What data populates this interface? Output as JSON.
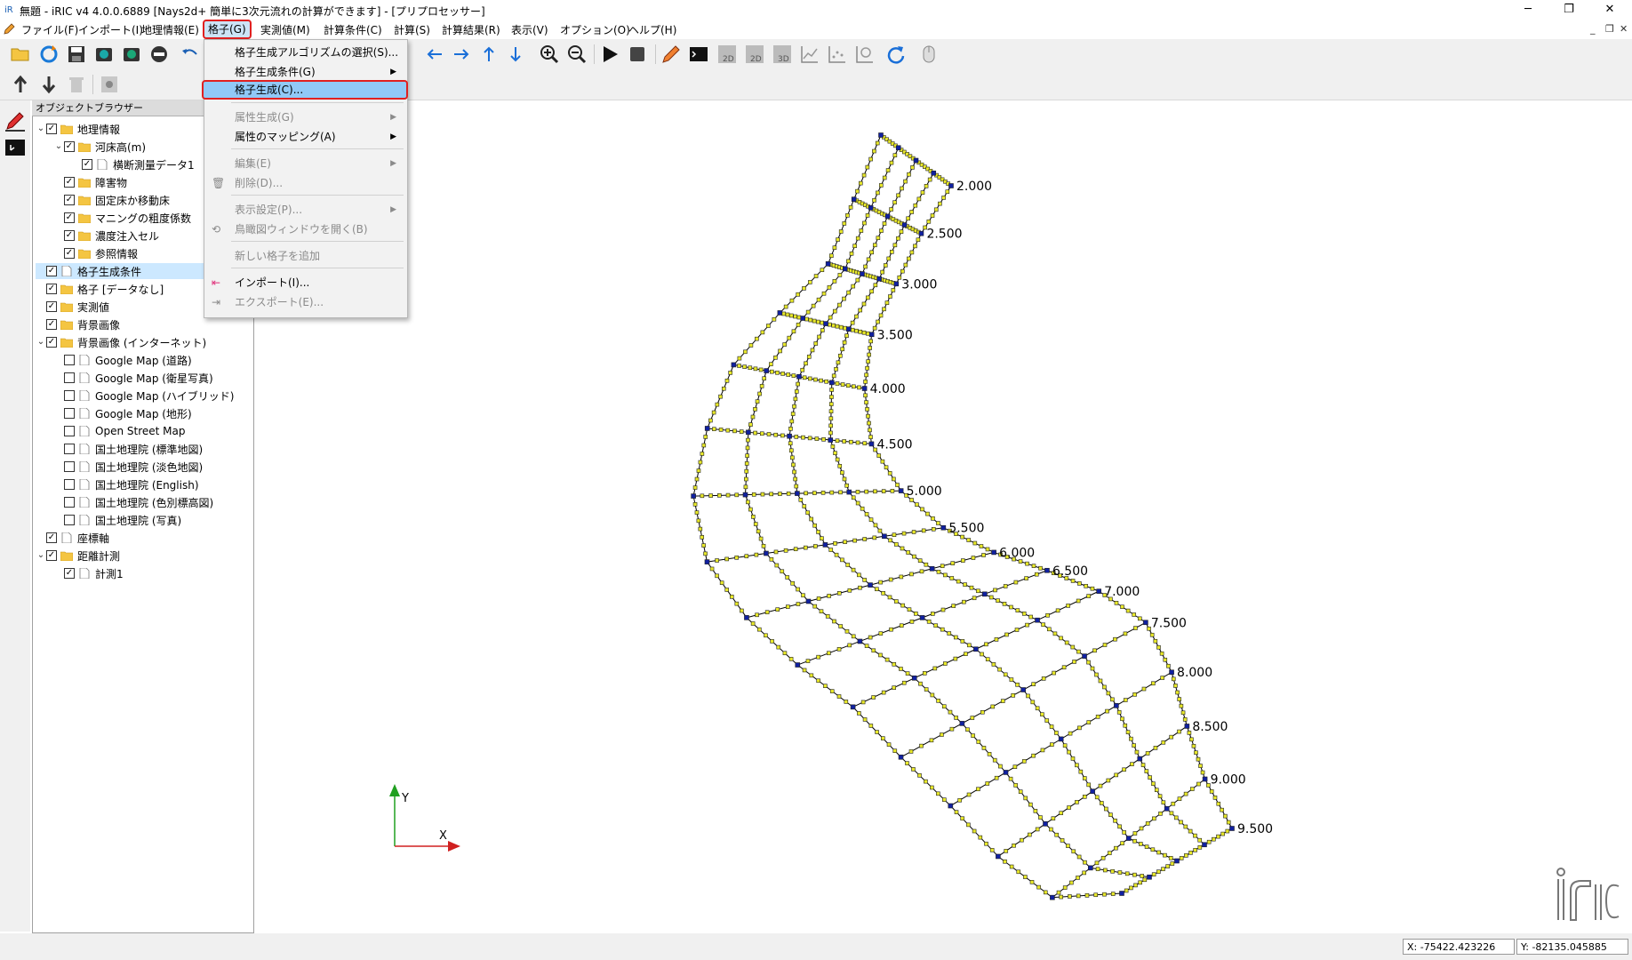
{
  "window": {
    "title": "無題 - iRIC v4 4.0.0.6889 [Nays2d+ 簡単に3次元流れの計算ができます] - [プリプロセッサー]"
  },
  "window_controls": {
    "minimize": "─",
    "maximize": "❐",
    "close": "✕"
  },
  "mdi_controls": {
    "minimize": "_",
    "restore": "❐",
    "close": "✕"
  },
  "menubar": {
    "items": [
      "ファイル(F)",
      "インポート(I)",
      "地理情報(E)",
      "格子(G)",
      "実測値(M)",
      "計算条件(C)",
      "計算(S)",
      "計算結果(R)",
      "表示(V)",
      "オプション(O)",
      "ヘルプ(H)"
    ],
    "active_index": 3
  },
  "dropdown": {
    "items": [
      {
        "label": "格子生成アルゴリズムの選択(S)...",
        "submenu": false,
        "disabled": false
      },
      {
        "label": "格子生成条件(G)",
        "submenu": true,
        "disabled": false
      },
      {
        "label": "格子生成(C)...",
        "submenu": false,
        "disabled": false,
        "highlighted": true
      },
      {
        "label": "属性生成(G)",
        "submenu": true,
        "disabled": true
      },
      {
        "label": "属性のマッピング(A)",
        "submenu": true,
        "disabled": false
      },
      {
        "label": "編集(E)",
        "submenu": true,
        "disabled": true
      },
      {
        "label": "削除(D)...",
        "submenu": false,
        "disabled": true
      },
      {
        "label": "表示設定(P)...",
        "submenu": true,
        "disabled": true
      },
      {
        "label": "鳥瞰図ウィンドウを開く(B)",
        "submenu": false,
        "disabled": true
      },
      {
        "label": "新しい格子を追加",
        "submenu": false,
        "disabled": true
      },
      {
        "label": "インポート(I)...",
        "submenu": false,
        "disabled": false
      },
      {
        "label": "エクスポート(E)...",
        "submenu": false,
        "disabled": true
      }
    ]
  },
  "object_browser": {
    "title": "オブジェクトブラウザー",
    "items": [
      {
        "label": "地理情報",
        "level": 0,
        "expander": "v",
        "checked": true,
        "icon": "folder"
      },
      {
        "label": "河床高(m)",
        "level": 1,
        "expander": "v",
        "checked": true,
        "icon": "folder"
      },
      {
        "label": "横断測量データ1",
        "level": 2,
        "expander": "",
        "checked": true,
        "icon": "doc"
      },
      {
        "label": "障害物",
        "level": 1,
        "expander": "",
        "checked": true,
        "icon": "folder"
      },
      {
        "label": "固定床か移動床",
        "level": 1,
        "expander": "",
        "checked": true,
        "icon": "folder"
      },
      {
        "label": "マニングの粗度係数",
        "level": 1,
        "expander": "",
        "checked": true,
        "icon": "folder"
      },
      {
        "label": "濃度注入セル",
        "level": 1,
        "expander": "",
        "checked": true,
        "icon": "folder"
      },
      {
        "label": "参照情報",
        "level": 1,
        "expander": "",
        "checked": true,
        "icon": "folder"
      },
      {
        "label": "格子生成条件",
        "level": 0,
        "expander": "",
        "checked": true,
        "icon": "doc",
        "selected": true
      },
      {
        "label": "格子 [データなし]",
        "level": 0,
        "expander": "",
        "checked": true,
        "icon": "folder"
      },
      {
        "label": "実測値",
        "level": 0,
        "expander": "",
        "checked": true,
        "icon": "folder"
      },
      {
        "label": "背景画像",
        "level": 0,
        "expander": "",
        "checked": true,
        "icon": "folder"
      },
      {
        "label": "背景画像 (インターネット)",
        "level": 0,
        "expander": "v",
        "checked": true,
        "icon": "folder"
      },
      {
        "label": "Google Map (道路)",
        "level": 1,
        "expander": "",
        "checked": false,
        "icon": "doc"
      },
      {
        "label": "Google Map (衛星写真)",
        "level": 1,
        "expander": "",
        "checked": false,
        "icon": "doc"
      },
      {
        "label": "Google Map (ハイブリッド)",
        "level": 1,
        "expander": "",
        "checked": false,
        "icon": "doc"
      },
      {
        "label": "Google Map (地形)",
        "level": 1,
        "expander": "",
        "checked": false,
        "icon": "doc"
      },
      {
        "label": "Open Street Map",
        "level": 1,
        "expander": "",
        "checked": false,
        "icon": "doc"
      },
      {
        "label": "国土地理院 (標準地図)",
        "level": 1,
        "expander": "",
        "checked": false,
        "icon": "doc"
      },
      {
        "label": "国土地理院 (淡色地図)",
        "level": 1,
        "expander": "",
        "checked": false,
        "icon": "doc"
      },
      {
        "label": "国土地理院 (English)",
        "level": 1,
        "expander": "",
        "checked": false,
        "icon": "doc"
      },
      {
        "label": "国土地理院 (色別標高図)",
        "level": 1,
        "expander": "",
        "checked": false,
        "icon": "doc"
      },
      {
        "label": "国土地理院 (写真)",
        "level": 1,
        "expander": "",
        "checked": false,
        "icon": "doc"
      },
      {
        "label": "座標軸",
        "level": 0,
        "expander": "",
        "checked": true,
        "icon": "doc"
      },
      {
        "label": "距離計測",
        "level": 0,
        "expander": "v",
        "checked": true,
        "icon": "folder"
      },
      {
        "label": "計測1",
        "level": 1,
        "expander": "",
        "checked": true,
        "icon": "doc"
      }
    ]
  },
  "canvas": {
    "grid_labels": [
      "2.000",
      "2.500",
      "3.000",
      "3.500",
      "4.000",
      "4.500",
      "5.000",
      "5.500",
      "6.000",
      "6.500",
      "7.000",
      "7.500",
      "8.000",
      "8.500",
      "9.000",
      "9.500"
    ],
    "axis": {
      "x_label": "X",
      "y_label": "Y"
    },
    "logo_text": "iRIC"
  },
  "statusbar": {
    "x": "X: -75422.423226",
    "y": "Y: -82135.045885"
  },
  "colors": {
    "grid_line": "#000000",
    "node_fill": "#e8e82a",
    "highlight": "#e02020",
    "menu_hover": "#91c9f7",
    "axis_x": "#d02020",
    "axis_y": "#20a020"
  },
  "toolbar_icons": [
    "open-folder-icon",
    "reload-icon",
    "save-icon",
    "camera-icon",
    "snapshot-icon",
    "no-entry-icon",
    "undo-icon",
    "arrow-left-icon",
    "arrow-right-icon",
    "arrow-up-icon",
    "arrow-down-icon",
    "zoom-in-icon",
    "zoom-out-icon",
    "run-icon",
    "stop-icon",
    "pencil-icon",
    "console-icon",
    "2d-view-icon",
    "2d-bird-icon",
    "3d-view-icon",
    "chart-icon",
    "scatter-icon",
    "zoom-fit-icon",
    "rotate-icon",
    "mouse-icon"
  ]
}
